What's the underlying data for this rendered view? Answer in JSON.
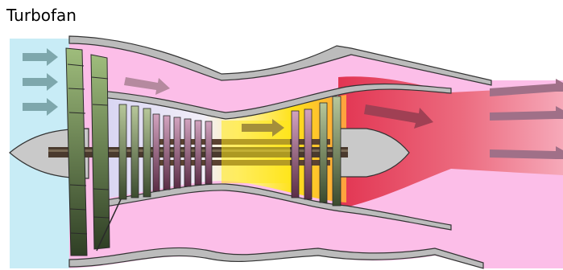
{
  "diagram": {
    "title": "Turbofan",
    "components": [
      "intake-air",
      "fan-blades",
      "bypass-duct",
      "low-pressure-compressor",
      "high-pressure-compressor",
      "combustion-chamber",
      "high-pressure-turbine",
      "low-pressure-turbine",
      "exhaust-nozzle",
      "spinner-cone",
      "tail-cone",
      "shafts"
    ],
    "flow_arrows": [
      "intake-flow",
      "bypass-flow",
      "core-flow",
      "exhaust-flow"
    ],
    "colors": {
      "intake": "#c8ecf6",
      "bypass": "#fcbee8",
      "combustion": "#ffe81a",
      "exhaust": "#e8556c",
      "cones": "#c9c9c9",
      "casing": "#bdbdbd",
      "shaft": "#4a3a2e",
      "fan": "#4e6b3f"
    }
  }
}
